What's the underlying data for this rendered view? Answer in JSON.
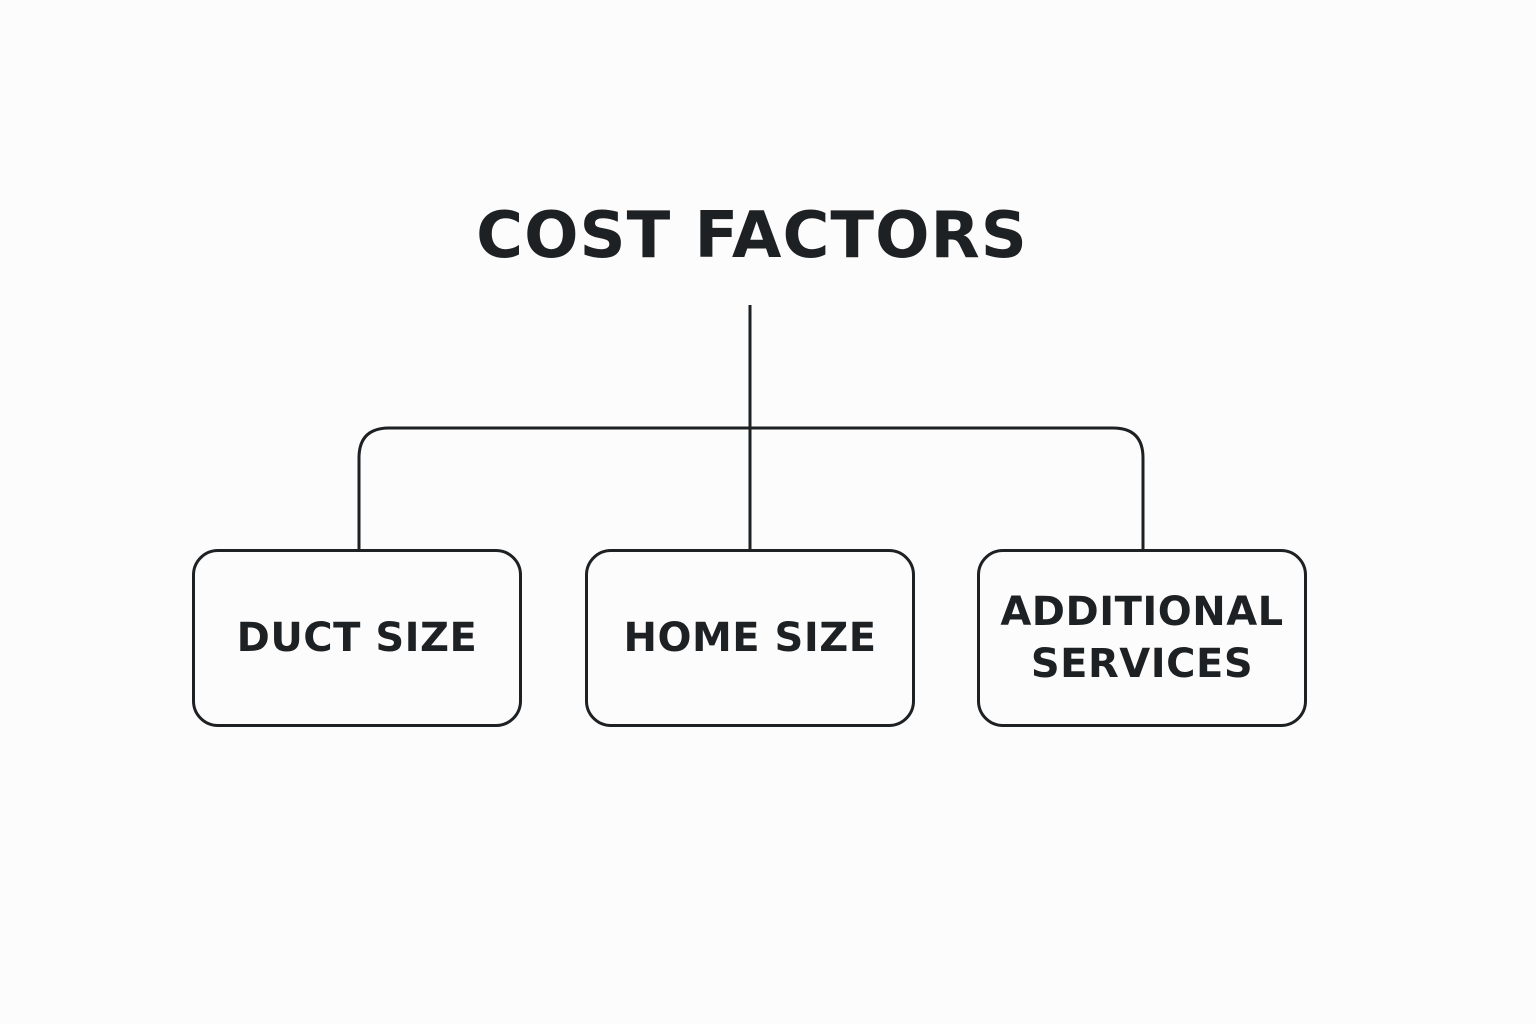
{
  "diagram": {
    "title": "COST FACTORS",
    "nodes": [
      {
        "label": "DUCT SIZE"
      },
      {
        "label": "HOME SIZE"
      },
      {
        "label": "ADDITIONAL\nSERVICES"
      }
    ],
    "colors": {
      "background": "#fcfcfc",
      "line": "#1e2124",
      "text": "#1e2124"
    }
  }
}
